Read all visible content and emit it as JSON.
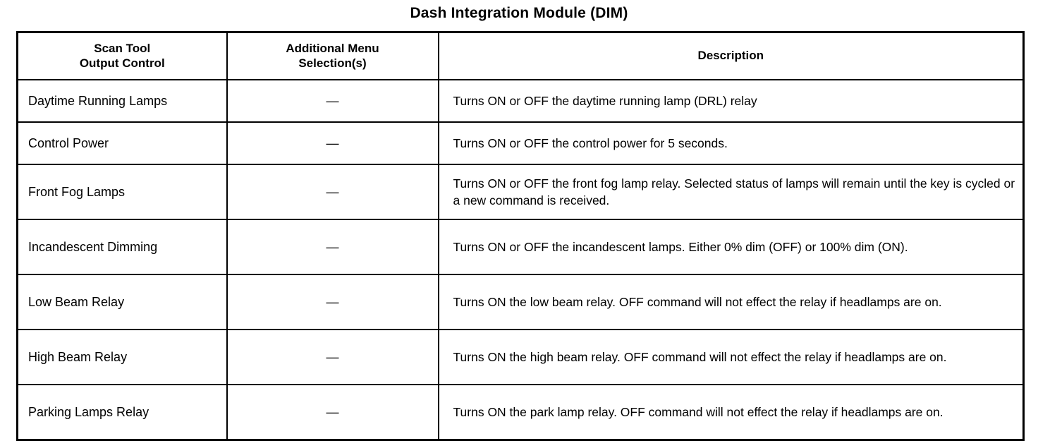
{
  "document": {
    "title": "Dash Integration Module (DIM)"
  },
  "table": {
    "headers": {
      "control": {
        "line1": "Scan Tool",
        "line2": "Output Control"
      },
      "menu": {
        "line1": "Additional Menu",
        "line2": "Selection(s)"
      },
      "description": "Description"
    },
    "rows": [
      {
        "control": "Daytime Running Lamps",
        "menu": "—",
        "description": "Turns ON or OFF the daytime running lamp (DRL) relay",
        "lines": 1
      },
      {
        "control": "Control Power",
        "menu": "—",
        "description": "Turns ON or OFF the control power for 5 seconds.",
        "lines": 1
      },
      {
        "control": "Front Fog Lamps",
        "menu": "—",
        "description": "Turns ON or OFF the front fog lamp relay. Selected status of lamps will remain until the key is cycled or a new command is received.",
        "lines": 2
      },
      {
        "control": "Incandescent Dimming",
        "menu": "—",
        "description": "Turns ON or OFF the incandescent lamps. Either 0% dim (OFF) or 100% dim (ON).",
        "lines": 2
      },
      {
        "control": "Low Beam Relay",
        "menu": "—",
        "description": "Turns ON the low beam relay. OFF command will not effect the relay if headlamps are on.",
        "lines": 2
      },
      {
        "control": "High Beam Relay",
        "menu": "—",
        "description": "Turns ON the high beam relay. OFF command will not effect the relay if headlamps are on.",
        "lines": 2
      },
      {
        "control": "Parking Lamps Relay",
        "menu": "—",
        "description": "Turns ON the park lamp relay. OFF command will not effect the relay if headlamps are on.",
        "lines": 2
      }
    ]
  },
  "style": {
    "background": "#ffffff",
    "ink": "#000000"
  }
}
